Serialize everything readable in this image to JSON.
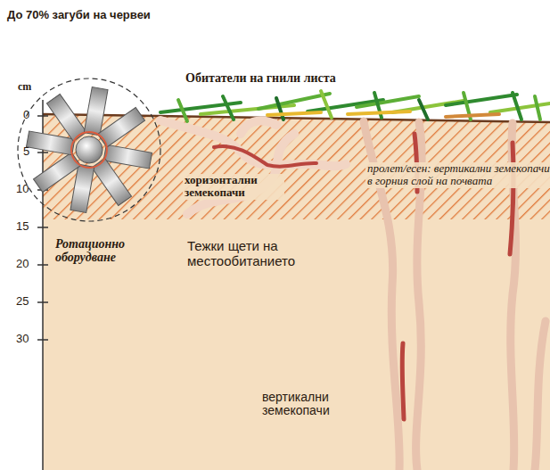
{
  "diagram": {
    "title": "До 70% загуби на червеи",
    "labels": [
      "Обитатели на гнили листа",
      "cm",
      "0",
      "5",
      "10",
      "15",
      "20",
      "25",
      "30",
      "хоризонтални земекопачи",
      "пролет/есен: вертикални земекопачи в горния слой на почвата",
      "Ротационно оборудване",
      "Тежки щети на местообитанието",
      "вертикални земекопачи"
    ]
  }
}
